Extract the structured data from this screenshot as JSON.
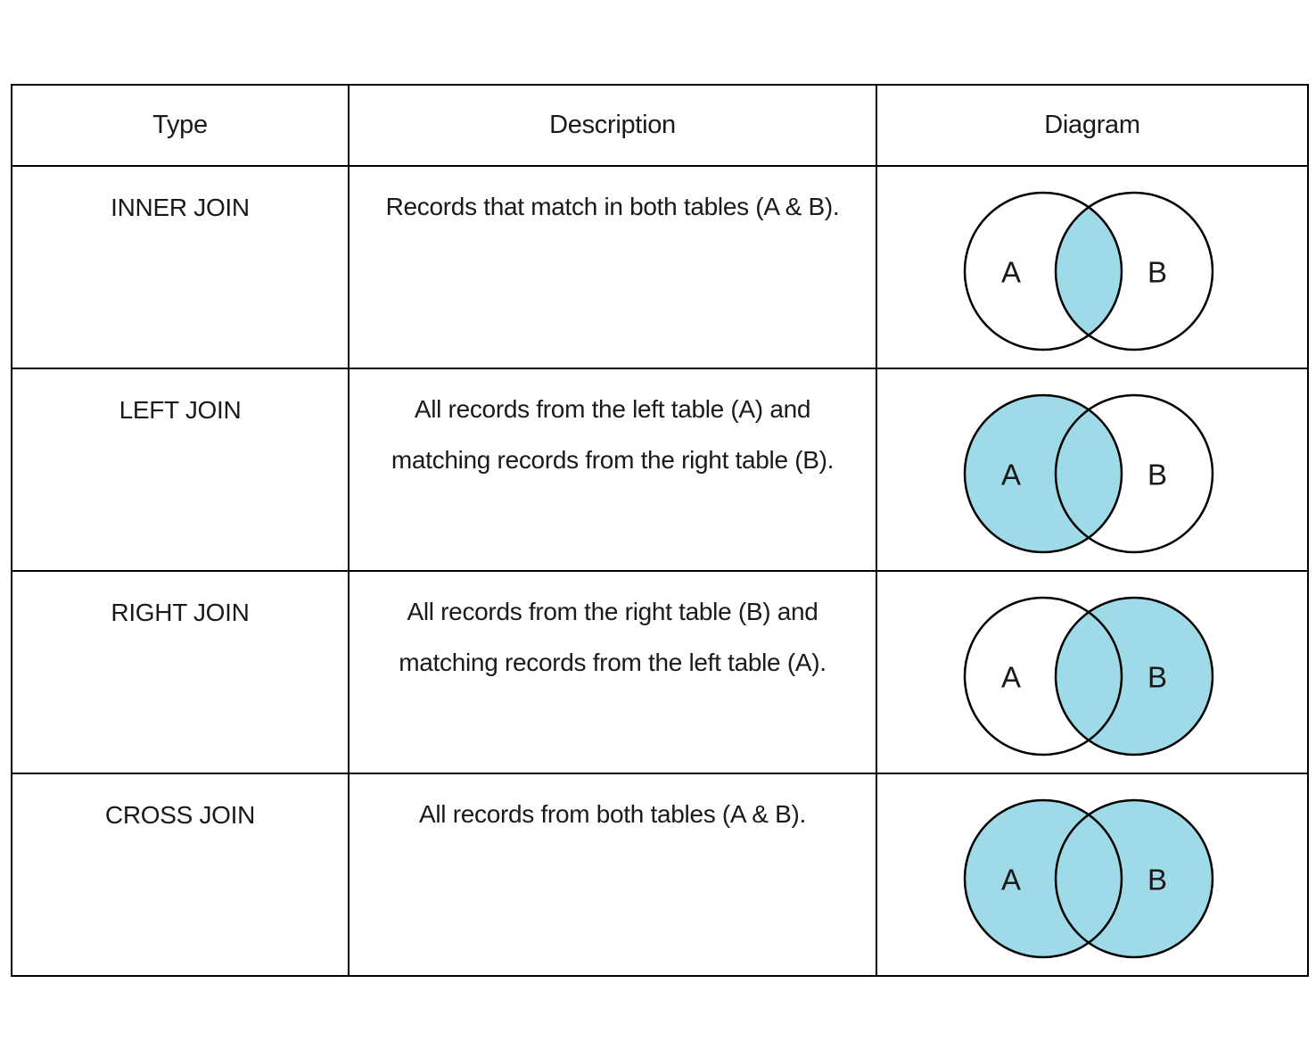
{
  "colors": {
    "shade": "#9edae8",
    "stroke": "#000000",
    "border": "#000000",
    "text": "#1a1a1a",
    "background": "#ffffff"
  },
  "table": {
    "headers": {
      "type": "Type",
      "description": "Description",
      "diagram": "Diagram"
    },
    "rows": [
      {
        "type": "INNER JOIN",
        "description_lines": [
          "Records that match in both tables (A & B)."
        ],
        "diagram": {
          "shaded": "intersection",
          "label_a": "A",
          "label_b": "B"
        }
      },
      {
        "type": "LEFT JOIN",
        "description_lines": [
          "All records from the left table (A) and",
          "matching records from the right table (B)."
        ],
        "diagram": {
          "shaded": "left",
          "label_a": "A",
          "label_b": "B"
        }
      },
      {
        "type": "RIGHT JOIN",
        "description_lines": [
          "All records from the right table (B) and",
          "matching records from the left table (A)."
        ],
        "diagram": {
          "shaded": "right",
          "label_a": "A",
          "label_b": "B"
        }
      },
      {
        "type": "CROSS JOIN",
        "description_lines": [
          "All records from both tables (A & B)."
        ],
        "diagram": {
          "shaded": "both",
          "label_a": "A",
          "label_b": "B"
        }
      }
    ]
  }
}
